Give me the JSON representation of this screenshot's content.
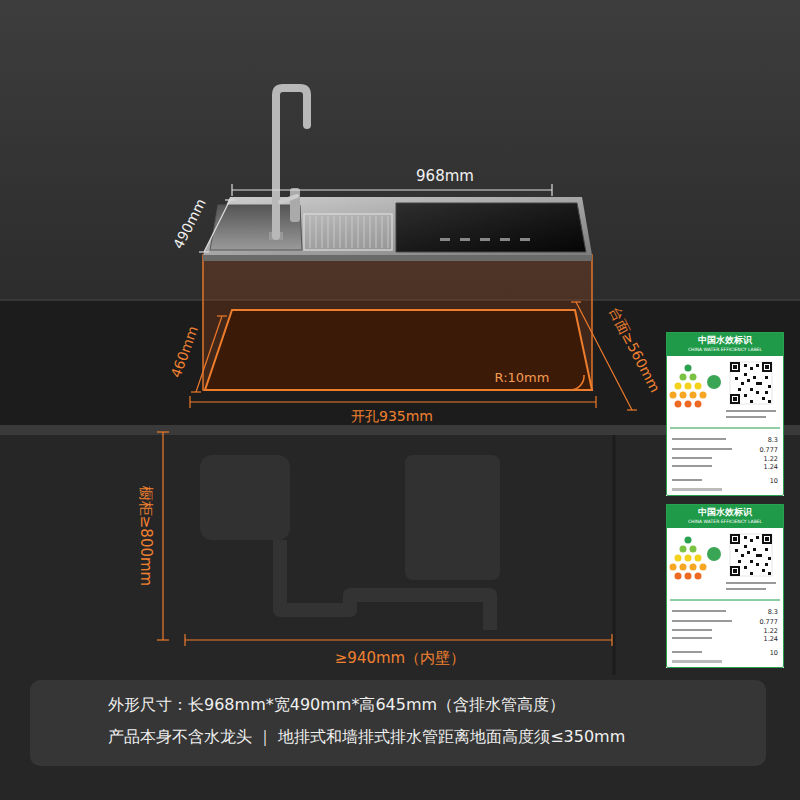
{
  "diagram": {
    "nodes": [
      {
        "text": [
          "中国水效标识",
          "CHINA WATER EFFICIENCY LABEL",
          "8.3",
          "0.777",
          "1.22",
          "1.24",
          "10"
        ]
      },
      {
        "text": [
          "中国水效标识",
          "CHINA WATER EFFICIENCY LABEL",
          "8.3",
          "0.777",
          "1.22",
          "1.24",
          "10"
        ]
      },
      {
        "text": [
          "外形尺寸：长968mm*宽490mm*高645mm（含排水管高度）",
          "产品本身不含水龙头 ｜ 地排式和墙排式排水管距离地面高度须≤350mm"
        ]
      }
    ],
    "labels": [
      "968mm",
      "490mm",
      "460mm",
      "R:10mm",
      "台面≥560mm",
      "开孔935mm",
      "橱柜≥800mm",
      "≥940mm（内壁）"
    ]
  }
}
